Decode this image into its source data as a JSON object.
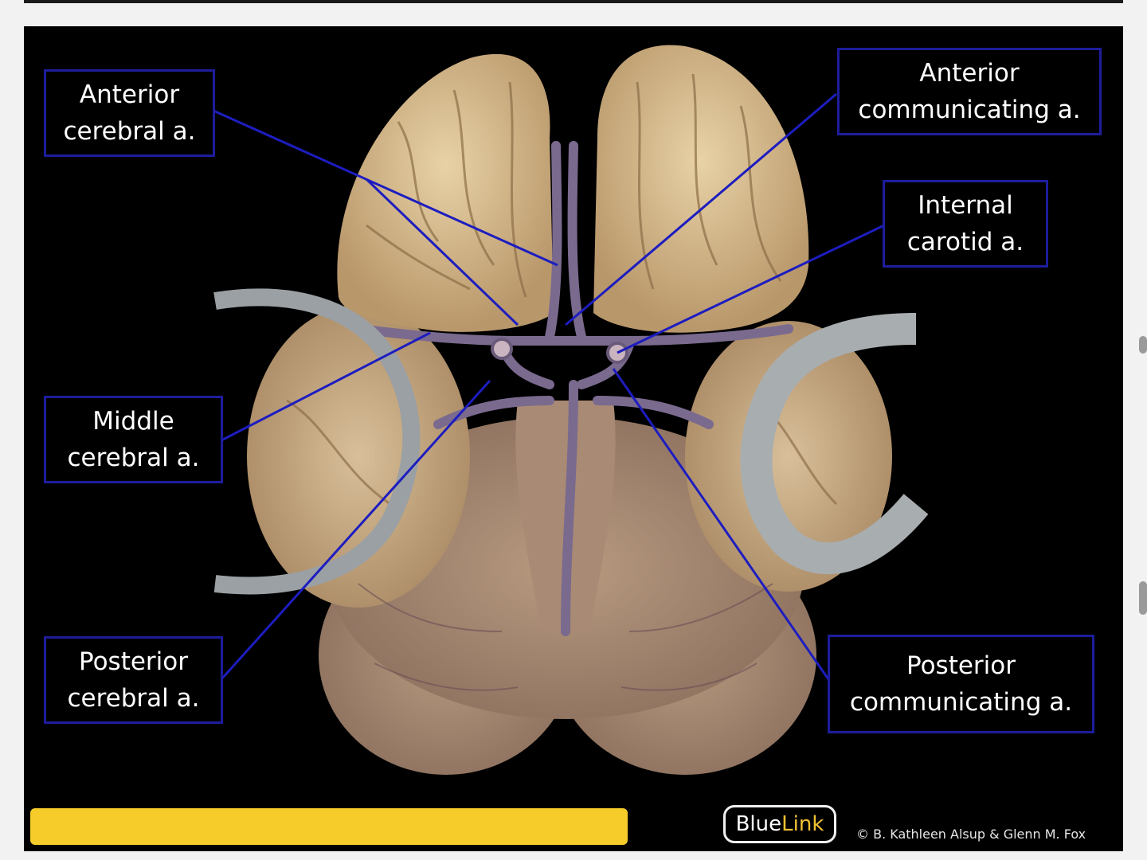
{
  "labels": {
    "anterior_cerebral": "Anterior\ncerebral a.",
    "anterior_communicating": "Anterior\ncommunicating a.",
    "internal_carotid": "Internal\ncarotid a.",
    "middle_cerebral": "Middle\ncerebral a.",
    "posterior_cerebral": "Posterior\ncerebral a.",
    "posterior_communicating": "Posterior\ncommunicating a."
  },
  "branding": {
    "logo_part1": "Blue",
    "logo_part2": "Link",
    "credit": "© B. Kathleen Alsup & Glenn M. Fox"
  },
  "colors": {
    "slide_background": "#000000",
    "label_border": "#1d1d9c",
    "leader_line": "#1d1dbf",
    "label_text": "#ffffff",
    "highlight": "#f5cc29",
    "logo_accent": "#f1c232",
    "tissue": "#c9ad84"
  },
  "icons": {
    "logo": "bluelink-logo"
  }
}
